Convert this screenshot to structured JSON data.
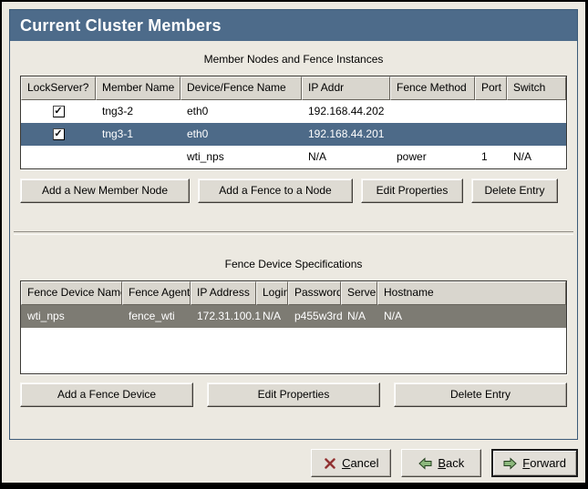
{
  "window": {
    "title": "Current Cluster Members"
  },
  "colors": {
    "titlebar_blue": "#4d6b8a",
    "selected_row_blue": "#4d6a88",
    "selected_row_gray": "#7d7b73",
    "background": "#ece9e1"
  },
  "glyphs": {
    "check": "✓"
  },
  "member_table": {
    "caption": "Member Nodes and Fence Instances",
    "columns": [
      "LockServer?",
      "Member Name",
      "Device/Fence Name",
      "IP Addr",
      "Fence Method",
      "Port",
      "Switch"
    ],
    "rows": [
      {
        "lockserver": "checked",
        "member_name": "tng3-2",
        "device": "eth0",
        "ip": "192.168.44.202",
        "method": "",
        "port": "",
        "switch": ""
      },
      {
        "lockserver": "checked",
        "member_name": "tng3-1",
        "device": "eth0",
        "ip": "192.168.44.201",
        "method": "",
        "port": "",
        "switch": ""
      },
      {
        "lockserver": "",
        "member_name": "",
        "device": "wti_nps",
        "ip": "N/A",
        "method": "power",
        "port": "1",
        "switch": "N/A"
      }
    ],
    "buttons": {
      "add_member": "Add a New Member Node",
      "add_fence": "Add a Fence to a Node",
      "edit": "Edit Properties",
      "delete": "Delete Entry"
    }
  },
  "fence_table": {
    "caption": "Fence Device Specifications",
    "columns": [
      "Fence Device Name",
      "Fence Agent",
      "IP Address",
      "Login",
      "Password",
      "Server",
      "Hostname"
    ],
    "rows": [
      {
        "name": "wti_nps",
        "agent": "fence_wti",
        "ip": "172.31.100.1",
        "login": "N/A",
        "password": "p455w3rd",
        "server": "N/A",
        "hostname": "N/A"
      }
    ],
    "buttons": {
      "add_device": "Add a Fence Device",
      "edit": "Edit Properties",
      "delete": "Delete Entry"
    }
  },
  "footer": {
    "cancel": {
      "mnemonic": "C",
      "rest": "ancel"
    },
    "back": {
      "mnemonic": "B",
      "rest": "ack"
    },
    "forward": {
      "mnemonic": "F",
      "rest": "orward"
    }
  }
}
